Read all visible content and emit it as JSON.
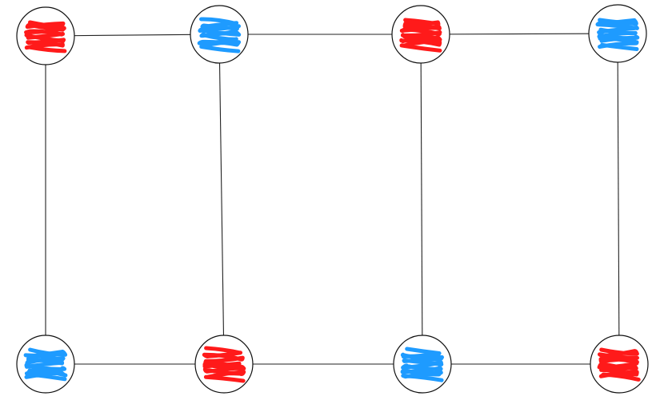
{
  "colors": {
    "red": "#ff1a1a",
    "blue": "#1e9bff",
    "line": "#222222",
    "node_border": "#111111",
    "background": "#ffffff"
  },
  "graph": {
    "nodes": [
      {
        "id": "n1",
        "row": "top",
        "col": 1,
        "color": "red"
      },
      {
        "id": "n2",
        "row": "top",
        "col": 2,
        "color": "blue"
      },
      {
        "id": "n3",
        "row": "top",
        "col": 3,
        "color": "red"
      },
      {
        "id": "n4",
        "row": "top",
        "col": 4,
        "color": "blue"
      },
      {
        "id": "n5",
        "row": "bottom",
        "col": 1,
        "color": "blue"
      },
      {
        "id": "n6",
        "row": "bottom",
        "col": 2,
        "color": "red"
      },
      {
        "id": "n7",
        "row": "bottom",
        "col": 3,
        "color": "blue"
      },
      {
        "id": "n8",
        "row": "bottom",
        "col": 4,
        "color": "red"
      }
    ],
    "edges": [
      [
        "n1",
        "n2"
      ],
      [
        "n2",
        "n3"
      ],
      [
        "n3",
        "n4"
      ],
      [
        "n5",
        "n6"
      ],
      [
        "n6",
        "n7"
      ],
      [
        "n7",
        "n8"
      ],
      [
        "n1",
        "n5"
      ],
      [
        "n2",
        "n6"
      ],
      [
        "n3",
        "n7"
      ],
      [
        "n4",
        "n8"
      ]
    ]
  }
}
